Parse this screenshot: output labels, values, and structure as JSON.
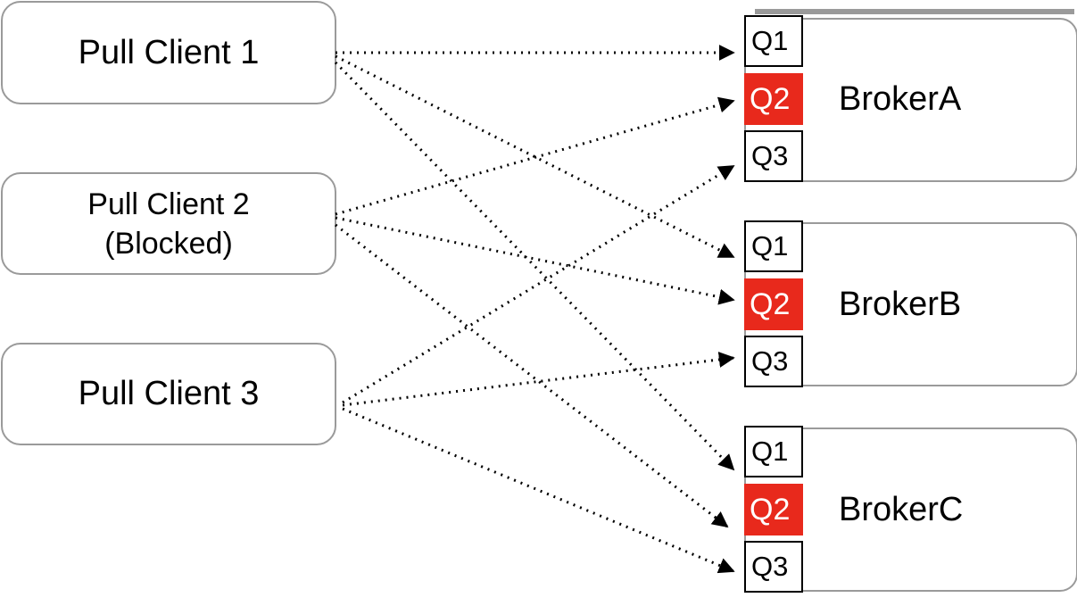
{
  "clients": [
    {
      "lines": [
        "Pull Client 1"
      ]
    },
    {
      "lines": [
        "Pull Client 2",
        "(Blocked)"
      ]
    },
    {
      "lines": [
        "Pull Client 3"
      ]
    }
  ],
  "brokers": [
    {
      "name": "BrokerA",
      "queues": [
        "Q1",
        "Q2",
        "Q3"
      ]
    },
    {
      "name": "BrokerB",
      "queues": [
        "Q1",
        "Q2",
        "Q3"
      ]
    },
    {
      "name": "BrokerC",
      "queues": [
        "Q1",
        "Q2",
        "Q3"
      ]
    }
  ],
  "highlighted_queue": "Q2",
  "colors": {
    "highlight": "#e8291c",
    "border": "#9a9a9a",
    "line": "#000000"
  },
  "connections": [
    {
      "from": "Pull Client 1",
      "to": "BrokerA/Q1"
    },
    {
      "from": "Pull Client 1",
      "to": "BrokerB/Q1"
    },
    {
      "from": "Pull Client 1",
      "to": "BrokerC/Q1"
    },
    {
      "from": "Pull Client 2",
      "to": "BrokerA/Q2"
    },
    {
      "from": "Pull Client 2",
      "to": "BrokerB/Q2"
    },
    {
      "from": "Pull Client 2",
      "to": "BrokerC/Q2"
    },
    {
      "from": "Pull Client 3",
      "to": "BrokerA/Q3"
    },
    {
      "from": "Pull Client 3",
      "to": "BrokerB/Q3"
    },
    {
      "from": "Pull Client 3",
      "to": "BrokerC/Q3"
    }
  ]
}
